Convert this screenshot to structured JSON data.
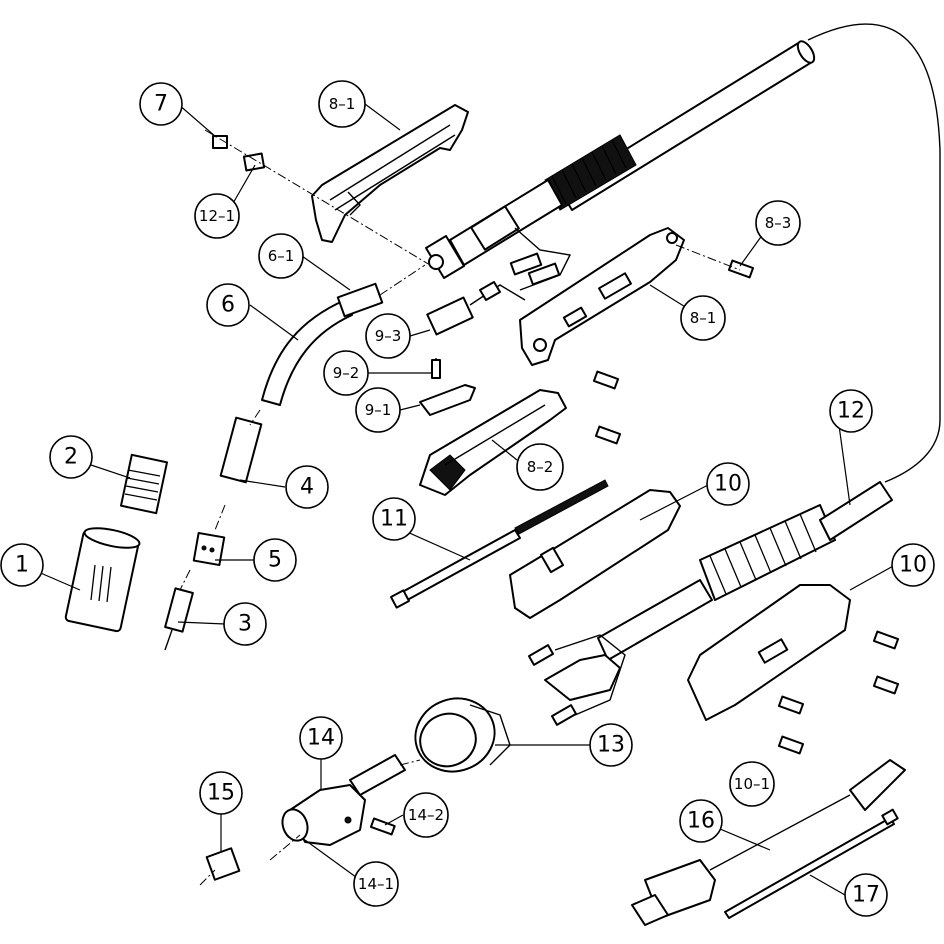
{
  "callouts": {
    "c1": "1",
    "c2": "2",
    "c3": "3",
    "c4": "4",
    "c5": "5",
    "c6": "6",
    "c6_1": "6–1",
    "c7": "7",
    "c8_1a": "8–1",
    "c8_1b": "8–1",
    "c8_2": "8–2",
    "c8_3": "8–3",
    "c9_1": "9–1",
    "c9_2": "9–2",
    "c9_3": "9–3",
    "c10a": "10",
    "c10b": "10",
    "c10_1": "10–1",
    "c11": "11",
    "c12": "12",
    "c12_1": "12–1",
    "c13": "13",
    "c14": "14",
    "c14_1": "14–1",
    "c14_2": "14–2",
    "c15": "15",
    "c16": "16",
    "c17": "17"
  }
}
